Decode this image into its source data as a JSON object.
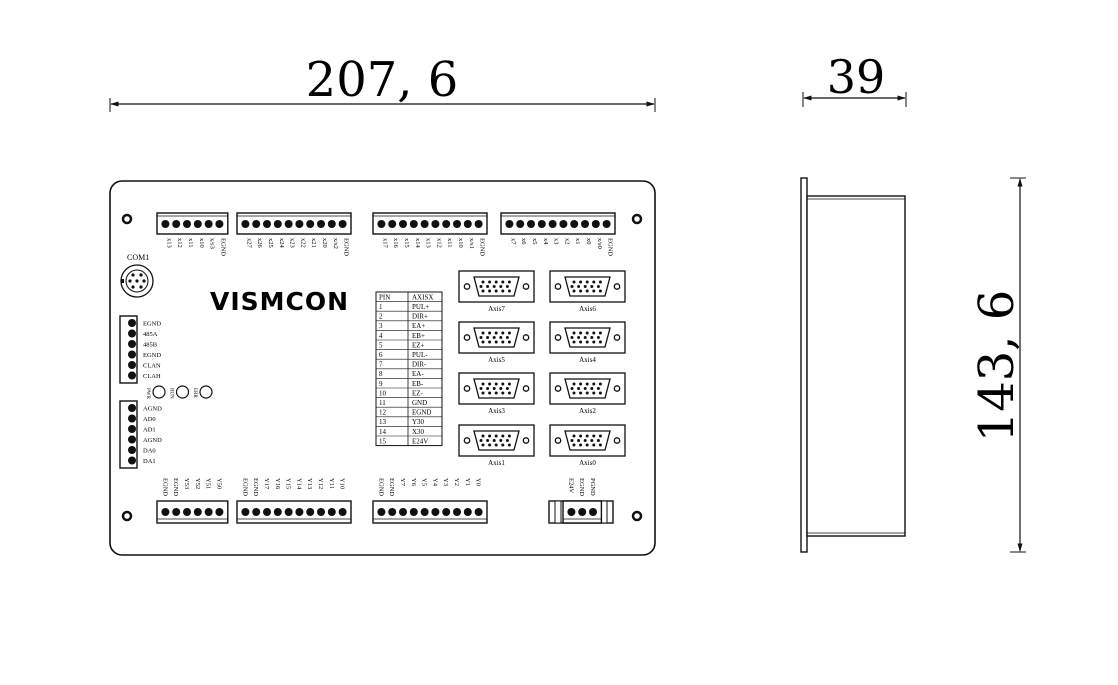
{
  "dimensions": {
    "width": "207, 6",
    "height": "143, 6",
    "depth": "39"
  },
  "brand": "VISMCON",
  "com_label": "COM1",
  "left_connectors": {
    "top": [
      "EGND",
      "485A",
      "485B",
      "EGND",
      "CLAN",
      "CLAH"
    ],
    "bottom": [
      "AGND",
      "AD0",
      "AD1",
      "AGND",
      "DA0",
      "DA1"
    ]
  },
  "leds": [
    "PWR",
    "RUN",
    "ERR"
  ],
  "terminal_blocks": {
    "top": [
      [
        "x13",
        "x12",
        "x11",
        "x10",
        "x/s3",
        "EGND"
      ],
      [
        "x27",
        "x26",
        "x25",
        "x24",
        "x23",
        "x22",
        "x21",
        "x20",
        "x/s2",
        "EGND"
      ],
      [
        "x17",
        "x16",
        "x15",
        "x14",
        "x13",
        "x12",
        "x11",
        "x10",
        "x/s1",
        "EGND"
      ],
      [
        "x7",
        "x6",
        "x5",
        "x4",
        "x3",
        "x2",
        "x1",
        "x0",
        "x/s0",
        "EGND"
      ]
    ],
    "bottom": [
      [
        "EGND",
        "EGND",
        "Y53",
        "Y52",
        "Y51",
        "Y50"
      ],
      [
        "EGND",
        "EGND",
        "Y17",
        "Y16",
        "Y15",
        "Y14",
        "Y13",
        "Y12",
        "Y11",
        "Y10"
      ],
      [
        "EGND",
        "EGND",
        "Y7",
        "Y6",
        "Y5",
        "Y4",
        "Y3",
        "Y2",
        "Y1",
        "Y0"
      ],
      [
        "E24V",
        "EGND",
        "PGND"
      ]
    ]
  },
  "pin_table": {
    "headers": [
      "PIN",
      "AXISX"
    ],
    "rows": [
      [
        "1",
        "PUL+"
      ],
      [
        "2",
        "DIR+"
      ],
      [
        "3",
        "EA+"
      ],
      [
        "4",
        "EB+"
      ],
      [
        "5",
        "EZ+"
      ],
      [
        "6",
        "PUL-"
      ],
      [
        "7",
        "DIR-"
      ],
      [
        "8",
        "EA-"
      ],
      [
        "9",
        "EB-"
      ],
      [
        "10",
        "EZ-"
      ],
      [
        "11",
        "GND"
      ],
      [
        "12",
        "EGND"
      ],
      [
        "13",
        "Y30"
      ],
      [
        "14",
        "X30"
      ],
      [
        "15",
        "E24V"
      ]
    ]
  },
  "axis_labels": [
    "Axis7",
    "Axis6",
    "Axis5",
    "Axis4",
    "Axis3",
    "Axis2",
    "Axis1",
    "Axis0"
  ]
}
